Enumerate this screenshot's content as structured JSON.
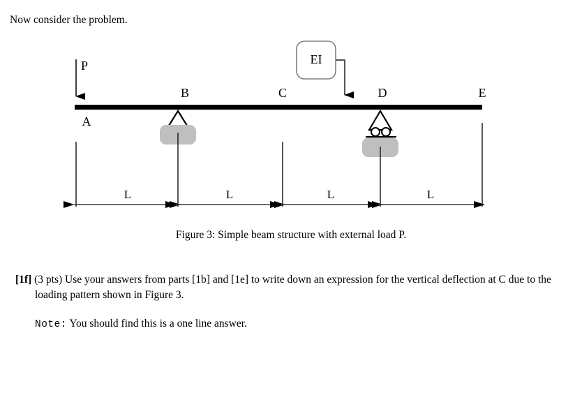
{
  "page": {
    "intro": "Now consider the problem.",
    "caption": "Figure 3: Simple beam structure with external load P."
  },
  "figure": {
    "load_label": "P",
    "stiffness_label": "EI",
    "node_labels": {
      "a": "A",
      "b": "B",
      "c": "C",
      "d": "D",
      "e": "E"
    },
    "dimension_labels": [
      "L",
      "L",
      "L",
      "L"
    ],
    "colors": {
      "beam": "#000000",
      "support_block": "#bfbfbf",
      "line": "#3a3a3a",
      "box_border": "#808080"
    },
    "supports": [
      {
        "node": "B",
        "type": "pin"
      },
      {
        "node": "D",
        "type": "roller"
      }
    ]
  },
  "question": {
    "tag": "[1f]",
    "points": "(3 pts)",
    "text": "Use your answers from parts [1b] and [1e] to write down an expression for the vertical deflection at C due to the loading pattern shown in Figure 3.",
    "note_keyword": "Note:",
    "note_text": "You should find this is a one line answer."
  }
}
